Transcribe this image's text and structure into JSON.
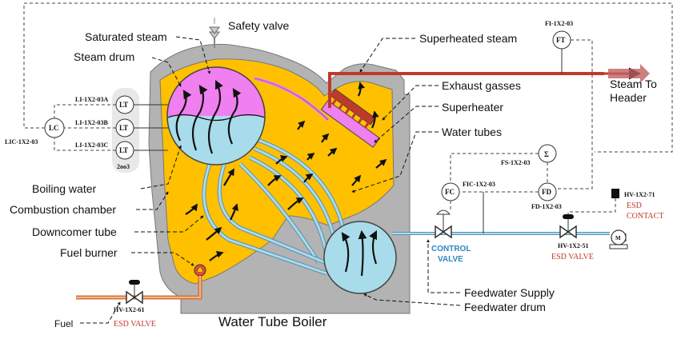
{
  "title": "Water Tube Boiler",
  "labels": {
    "safety_valve": "Safety valve",
    "saturated_steam": "Saturated steam",
    "steam_drum": "Steam drum",
    "superheated_steam": "Superheated steam",
    "exhaust_gasses": "Exhaust gasses",
    "superheater": "Superheater",
    "water_tubes": "Water tubes",
    "boiling_water": "Boiling water",
    "combustion_chamber": "Combustion chamber",
    "downcomer_tube": "Downcomer tube",
    "fuel_burner": "Fuel burner",
    "feedwater_supply": "Feedwater Supply",
    "feedwater_drum": "Feedwater drum",
    "fuel": "Fuel",
    "steam_to": "Steam To",
    "header": "Header"
  },
  "instruments": {
    "lt": "LT",
    "lc": "LC",
    "ft": "FT",
    "fc": "FC",
    "fd": "FD",
    "sigma": "Σ",
    "m": "M"
  },
  "tags": {
    "li_a": "LI-1X2-03A",
    "li_b": "LI-1X2-03B",
    "li_c": "LI-1X2-03C",
    "lic": "LIC-1X2-03",
    "vote": "2oo3",
    "fi": "FI-1X2-03",
    "fs": "FS-1X2-03",
    "fic": "FIC-1X2-03",
    "fd": "FD-1X2-03",
    "hv71": "HV-1X2-71",
    "hv51": "HV-1X2-51",
    "hv61": "HV-1X2-61"
  },
  "valves": {
    "control_1": "CONTROL",
    "control_2": "VALVE",
    "esd_valve": "ESD VALVE",
    "esd_contact_1": "ESD",
    "esd_contact_2": "CONTACT"
  },
  "colors": {
    "fire": "#ffc000",
    "casing": "#b3b3b3",
    "water": "#a8dceb",
    "steam": "#f07ff0",
    "pipe_steam": "#c0392b",
    "pipe_fuel": "#d4733a",
    "esd_text": "#c0392b",
    "control_text": "#2e86c1"
  }
}
